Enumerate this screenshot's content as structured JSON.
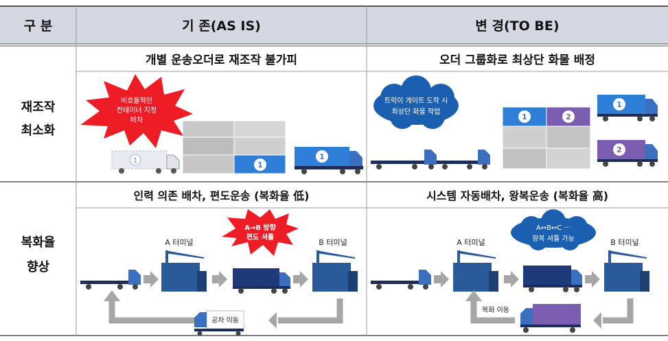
{
  "header": {
    "col_category": "구 분",
    "col_as_is": "기  존(AS IS)",
    "col_to_be": "변  경(TO BE)"
  },
  "row1": {
    "label_line1": "재조작",
    "label_line2": "최소화",
    "as_is_title": "개별 운송오더로 재조작 불가피",
    "to_be_title": "오더 그룹화로 최상단 화물 배정",
    "as_is_burst_line1": "비효율적인",
    "as_is_burst_line2": "컨테이너 지정",
    "as_is_burst_line3": "배차",
    "to_be_cloud_line1": "트럭이 게이트 도착 시",
    "to_be_cloud_line2": "최상단 화물 작업",
    "num_1": "1",
    "num_2": "2"
  },
  "row2": {
    "label_line1": "복화율",
    "label_line2": "향상",
    "as_is_title": "인력 의존 배차, 편도운송 (복화율 低)",
    "to_be_title": "시스템 자동배차, 왕복운송 (복화율 高)",
    "a_terminal": "A 터미널",
    "b_terminal": "B 터미널",
    "as_is_burst_line1": "A→B 방향",
    "as_is_burst_line2": "편도 셔틀",
    "as_is_return": "공차 이동",
    "to_be_cloud_line1": "A↔B↔C ···",
    "to_be_cloud_line2": "왕복 셔틀 가능",
    "to_be_return": "복화 이동"
  },
  "colors": {
    "header_bg": "#d4d8e0",
    "blue_container": "#2f7fd8",
    "purple_container": "#7a5cb0",
    "burst_red": "#ee1c24",
    "cloud_blue": "#1b5fb0",
    "truck_dark": "#1e2c5a",
    "arrow_gray": "#a6a6a6"
  }
}
